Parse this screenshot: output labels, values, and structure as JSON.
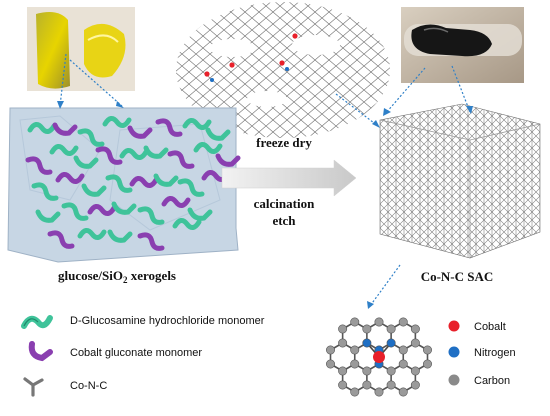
{
  "labels": {
    "freeze_dry": "freeze dry",
    "calcination": "calcination",
    "etch": "etch",
    "xerogel_prefix": "glucose/SiO",
    "xerogel_sub": "2",
    "xerogel_suffix": " xerogels",
    "catalyst": "Co-N-C SAC"
  },
  "legend": [
    {
      "icon": "glucosamine-monomer-icon",
      "label": "D-Glucosamine hydrochloride monomer"
    },
    {
      "icon": "cobalt-gluconate-monomer-icon",
      "label": "Cobalt gluconate monomer"
    },
    {
      "icon": "co-n-c-icon",
      "label": "Co-N-C"
    }
  ],
  "atom_legend": [
    {
      "label": "Cobalt",
      "color": "#e8202a"
    },
    {
      "label": "Nitrogen",
      "color": "#1f6fc4"
    },
    {
      "label": "Carbon",
      "color": "#8a8a8a"
    }
  ],
  "colors": {
    "glucosamine": "#3fc39a",
    "gluconate": "#8a3fb0",
    "gel": "#c7d6e4",
    "photo_gel": "#f0d000"
  }
}
